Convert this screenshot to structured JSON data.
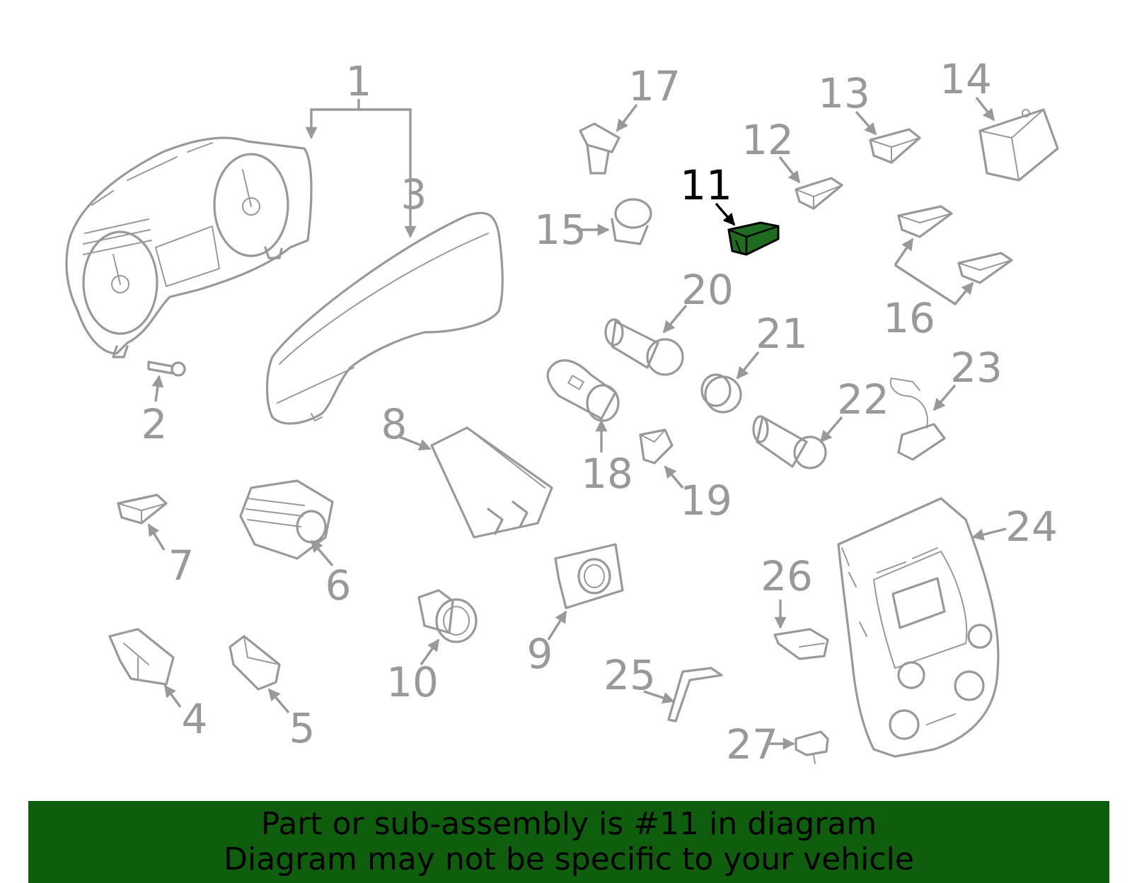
{
  "diagram": {
    "highlighted_part": "11",
    "colors": {
      "line": "#999999",
      "highlight_fill": "#1f6b1f",
      "highlight_stroke": "#000000",
      "banner_bg": "#0e5e0e",
      "banner_text": "#000000"
    },
    "labels": {
      "p1": "1",
      "p2": "2",
      "p3": "3",
      "p4": "4",
      "p5": "5",
      "p6": "6",
      "p7": "7",
      "p8": "8",
      "p9": "9",
      "p10": "10",
      "p11": "11",
      "p12": "12",
      "p13": "13",
      "p14": "14",
      "p15": "15",
      "p16": "16",
      "p17": "17",
      "p18": "18",
      "p19": "19",
      "p20": "20",
      "p21": "21",
      "p22": "22",
      "p23": "23",
      "p24": "24",
      "p25": "25",
      "p26": "26",
      "p27": "27"
    }
  },
  "banner": {
    "line1": "Part or sub-assembly is #11 in diagram",
    "line2": "Diagram may not be specific to your vehicle"
  }
}
